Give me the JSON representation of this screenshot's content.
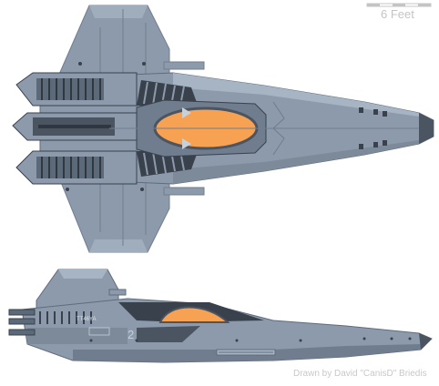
{
  "scale_bar": {
    "label": "6 Feet"
  },
  "hull_marking": {
    "registry": "TT46YA"
  },
  "credit": "Drawn by David \"CanisD\" Briedis",
  "colors": {
    "hull": "#8c9aab",
    "hull_light": "#a7b4c3",
    "panel_line": "#6f7d8e",
    "dark": "#39414c",
    "canopy": "#f7a252",
    "canopy_frame": "#4b5562",
    "nose_tip": "#4b5562",
    "scale": "#c4c4c4"
  }
}
